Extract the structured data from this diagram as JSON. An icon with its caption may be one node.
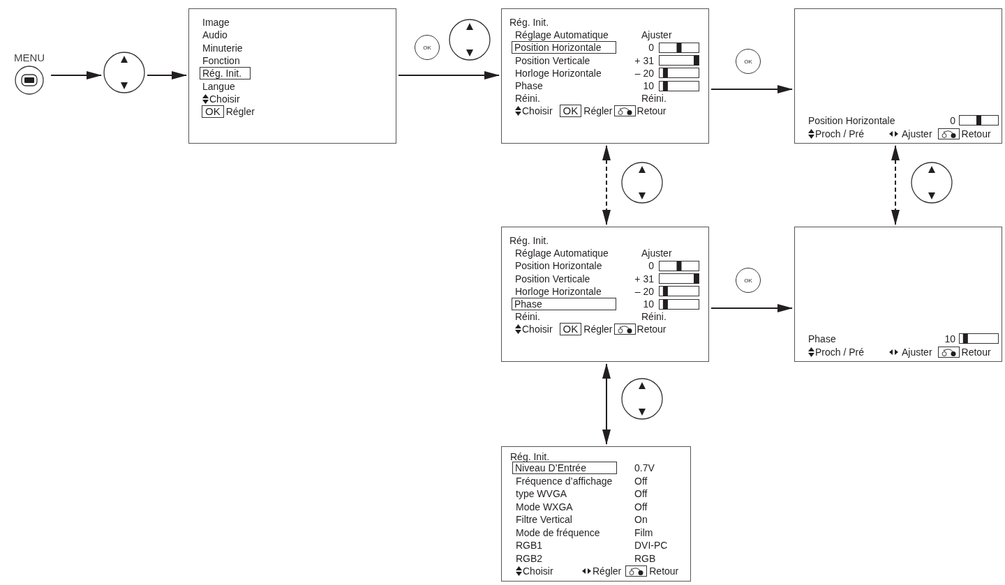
{
  "diagram": {
    "nodes": [
      {
        "text": [
          "MENU"
        ]
      },
      {
        "text": [],
        "shape": "circle"
      },
      {
        "text": [
          "Image",
          "Audio",
          "Minuterie",
          "Fonction",
          "Rég. Init.",
          "Langue",
          "Choisir",
          "OK",
          "Régler"
        ]
      },
      {
        "text": [
          "Rég. Init.",
          "Réglage Automatique",
          "Ajuster",
          "Position Horizontale",
          "0",
          "Position Verticale",
          "+ 31",
          "Horloge Horizontale",
          "– 20",
          "Phase",
          "10",
          "Réini.",
          "Réini.",
          "Choisir",
          "OK",
          "Régler",
          "Retour"
        ]
      },
      {
        "text": [
          "Position Horizontale",
          "0",
          "Proch / Pré",
          "Ajuster",
          "Retour"
        ]
      },
      {
        "text": [
          "Rég. Init.",
          "Réglage Automatique",
          "Ajuster",
          "Position Horizontale",
          "0",
          "Position Verticale",
          "+ 31",
          "Horloge Horizontale",
          "– 20",
          "Phase",
          "10",
          "Réini.",
          "Réini.",
          "Choisir",
          "OK",
          "Régler",
          "Retour"
        ]
      },
      {
        "text": [
          "Phase",
          "10",
          "Proch / Pré",
          "Ajuster",
          "Retour"
        ]
      },
      {
        "text": [
          "Rég. Init.",
          "Niveau D’Entrée",
          "0.7V",
          "Fréquence d’affichage",
          "Off",
          "type WVGA",
          "Off",
          "Mode WXGA",
          "Off",
          "Filtre Vertical",
          "On",
          "Mode de fréquence",
          "Film",
          "RGB1",
          "DVI-PC",
          "RGB2",
          "RGB",
          "Choisir",
          "Régler",
          "Retour"
        ]
      }
    ],
    "edges": [
      {
        "from": 0,
        "to": 1,
        "arrow": "to"
      },
      {
        "from": 1,
        "to": 2,
        "arrow": "to"
      },
      {
        "from": 2,
        "to": 3,
        "arrow": "to"
      },
      {
        "from": 3,
        "to": 4,
        "arrow": "to"
      },
      {
        "from": 3,
        "to": 5,
        "arrow": "both",
        "style": "dashed"
      },
      {
        "from": 4,
        "to": 6,
        "arrow": "both",
        "style": "dashed"
      },
      {
        "from": 5,
        "to": 6,
        "arrow": "to"
      },
      {
        "from": 5,
        "to": 7,
        "arrow": "both"
      }
    ],
    "labels": [
      "OK",
      "OK",
      "OK"
    ]
  }
}
